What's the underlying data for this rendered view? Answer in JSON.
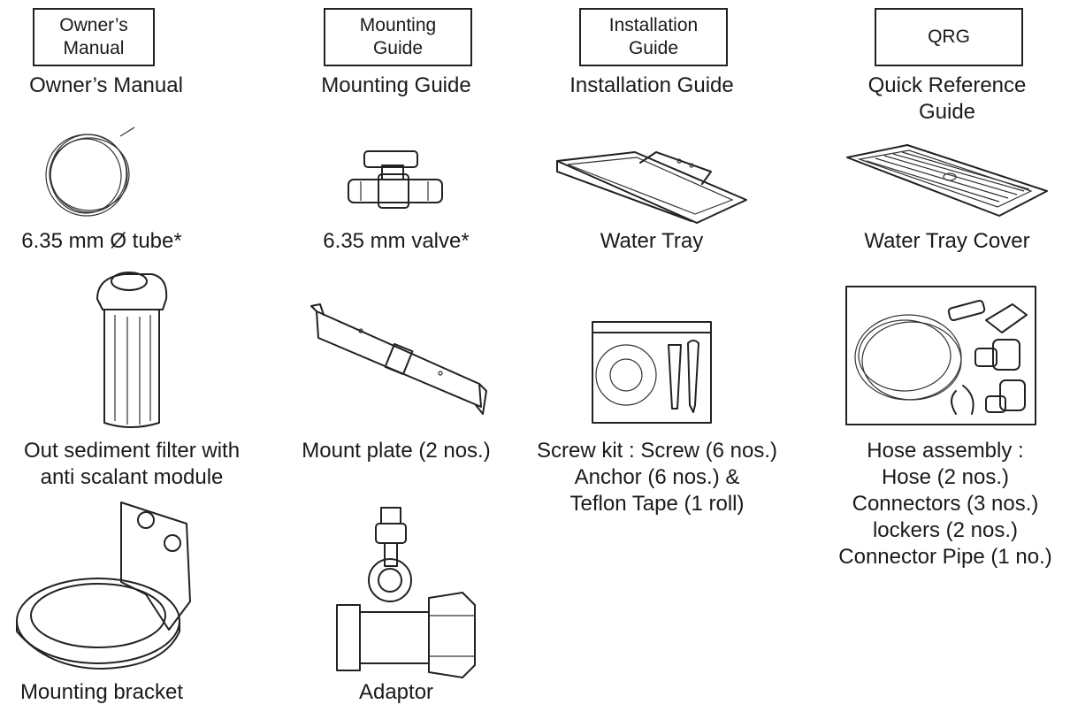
{
  "documents": [
    {
      "box": [
        "Owner’s",
        "Manual"
      ],
      "caption": "Owner’s Manual"
    },
    {
      "box": [
        "Mounting",
        "Guide"
      ],
      "caption": "Mounting Guide"
    },
    {
      "box": [
        "Installation",
        "Guide"
      ],
      "caption": "Installation Guide"
    },
    {
      "box": [
        "QRG"
      ],
      "caption": [
        "Quick Reference",
        "Guide"
      ]
    }
  ],
  "parts": {
    "tube": "6.35 mm Ø tube*",
    "valve": "6.35 mm valve*",
    "water_tray": "Water Tray",
    "water_tray_cover": "Water Tray Cover",
    "filter": [
      "Out sediment filter with",
      "anti scalant module"
    ],
    "mount_plate": "Mount plate (2 nos.)",
    "screw_kit": [
      "Screw kit : Screw (6 nos.)",
      "Anchor (6 nos.) &",
      "Teflon Tape (1 roll)"
    ],
    "hose_assembly": [
      "Hose assembly :",
      "Hose (2 nos.)",
      "Connectors (3 nos.)",
      "lockers (2 nos.)",
      "Connector Pipe (1 no.)"
    ],
    "mounting_bracket": "Mounting bracket",
    "adaptor": "Adaptor"
  },
  "icons": [
    "tube-coil-icon",
    "valve-icon",
    "water-tray-icon",
    "water-tray-cover-icon",
    "filter-housing-icon",
    "mount-plate-icon",
    "screw-kit-icon",
    "hose-assembly-icon",
    "mounting-bracket-icon",
    "adaptor-icon"
  ]
}
